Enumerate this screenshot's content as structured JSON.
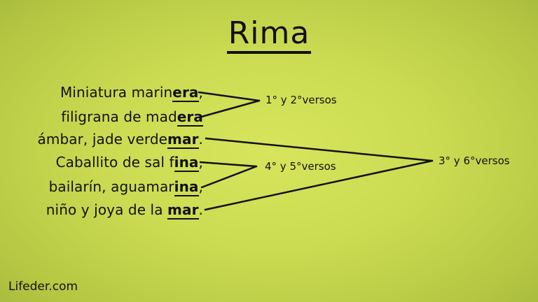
{
  "title": "Rima",
  "verses": [
    {
      "pre": "Miniatura marin",
      "rhyme": "era",
      "post": ","
    },
    {
      "pre": "filigrana de mad",
      "rhyme": "era",
      "post": ""
    },
    {
      "pre": "ámbar, jade verde",
      "rhyme": "mar",
      "post": "."
    },
    {
      "pre": "Caballito de sal f",
      "rhyme": "ina",
      "post": ","
    },
    {
      "pre": "bailarín, aguamar",
      "rhyme": "ina",
      "post": ","
    },
    {
      "pre": "niño y joya de la ",
      "rhyme": "mar",
      "post": "."
    }
  ],
  "labels": {
    "group1": "1° y 2°versos",
    "group2": "4° y 5°versos",
    "group3": "3° y 6°versos"
  },
  "brand": "Lifeder.com",
  "colors": {
    "background_center": "#d6e55c",
    "background_edge": "#a9bb3c",
    "text": "#111111"
  }
}
